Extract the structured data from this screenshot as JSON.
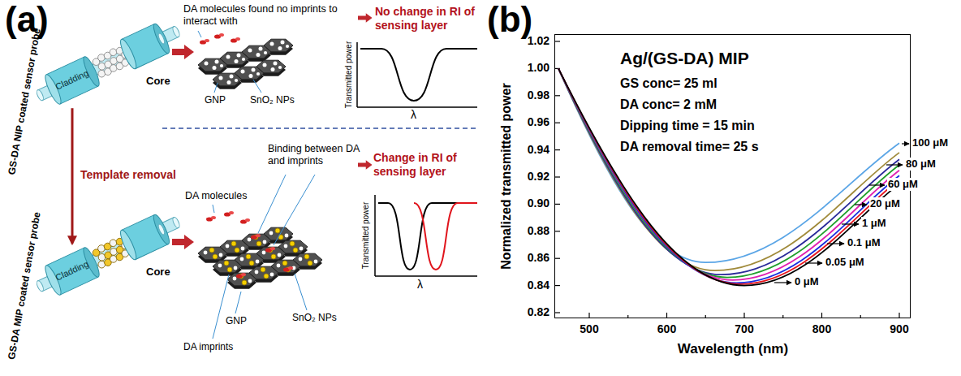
{
  "diagram": {
    "nodes": [
      {
        "text": [
          "Cladding"
        ]
      },
      {
        "text": [
          "Cladding"
        ]
      },
      {
        "text": [
          "Ag/(GS-DA) MIP",
          "GS conc= 25 ml",
          "DA conc= 2 mM",
          "Dipping time = 15 min",
          "DA removal time= 25 s"
        ]
      }
    ],
    "edges": [
      {
        "from": 0,
        "to": 1,
        "arrow": "to",
        "label": "Template removal"
      }
    ],
    "labels": [
      "(a)",
      "GS-DA NIP coated sensor probe",
      "Core",
      "DA molecules found no imprints to interact with",
      "No change in RI of sensing layer",
      "GNP",
      "SnO₂ NPs",
      "Transmitted power",
      "λ",
      "GS-DA MIP coated sensor probe",
      "Core",
      "DA molecules",
      "Binding between DA and imprints",
      "Change in RI of sensing layer",
      "GNP",
      "SnO₂ NPs",
      "DA imprints",
      "Transmitted power",
      "λ",
      "(b)",
      "Normalized transmitted power",
      "Wavelength (nm)",
      "1.02",
      "1.00",
      "0.98",
      "0.96",
      "0.94",
      "0.92",
      "0.90",
      "0.88",
      "0.86",
      "0.84",
      "0.82",
      "500",
      "600",
      "700",
      "800",
      "900",
      "100 μM",
      "80 μM",
      "60 μM",
      "20 μM",
      "1 μM",
      "0.1 μM",
      "0.05 μM",
      "0 μM"
    ]
  }
}
